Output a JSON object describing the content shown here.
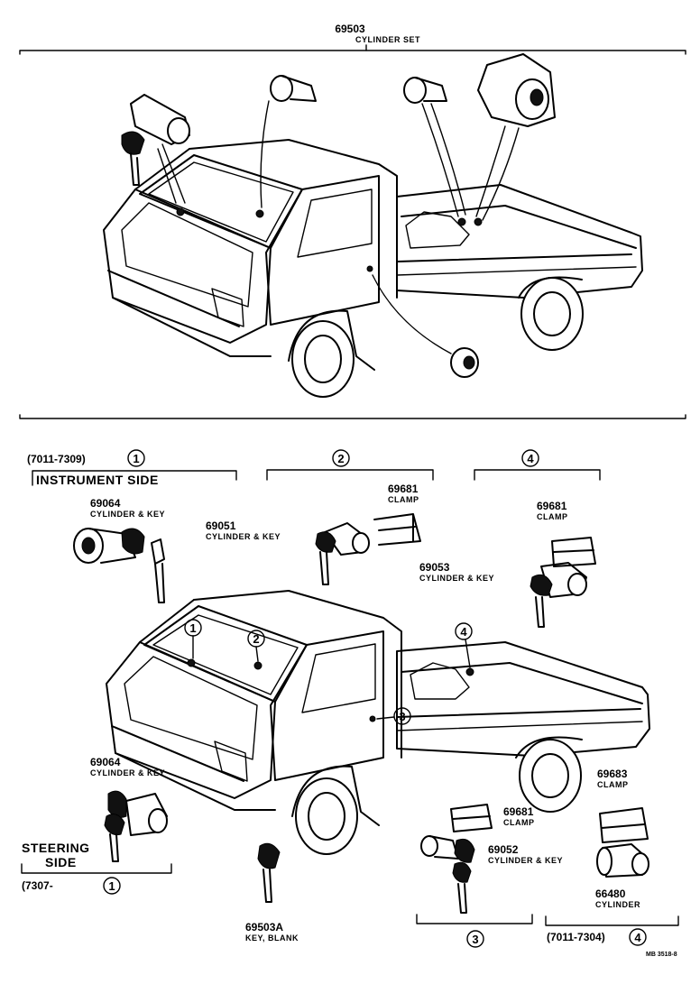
{
  "top_set": {
    "part_no": "69503",
    "part_name": "CYLINDER SET"
  },
  "instrument_side": {
    "range": "(7011-7309)",
    "circle": "1",
    "title": "INSTRUMENT SIDE"
  },
  "group2": {
    "circle": "2"
  },
  "group4": {
    "circle": "4"
  },
  "group3": {
    "circle": "3"
  },
  "steering_side": {
    "line1": "STEERING",
    "line2": "SIDE",
    "range": "(7307-",
    "circle": "1"
  },
  "bottom_right_range": {
    "range": "(7011-7304)",
    "circle": "4"
  },
  "parts": {
    "p69064_top": {
      "no": "69064",
      "name": "CYLINDER & KEY"
    },
    "p69051": {
      "no": "69051",
      "name": "CYLINDER & KEY"
    },
    "p69681_a": {
      "no": "69681",
      "name": "CLAMP"
    },
    "p69681_b": {
      "no": "69681",
      "name": "CLAMP"
    },
    "p69053": {
      "no": "69053",
      "name": "CYLINDER & KEY"
    },
    "p69064_bottom": {
      "no": "69064",
      "name": "CYLINDER & KEY"
    },
    "p69681_c": {
      "no": "69681",
      "name": "CLAMP"
    },
    "p69052": {
      "no": "69052",
      "name": "CYLINDER & KEY"
    },
    "p69683": {
      "no": "69683",
      "name": "CLAMP"
    },
    "p66480": {
      "no": "66480",
      "name": "CYLINDER"
    },
    "p69503A": {
      "no": "69503A",
      "name": "KEY, BLANK"
    }
  },
  "truck_markers": [
    "1",
    "2",
    "3",
    "4"
  ],
  "footer_code": "MB 3518-8"
}
